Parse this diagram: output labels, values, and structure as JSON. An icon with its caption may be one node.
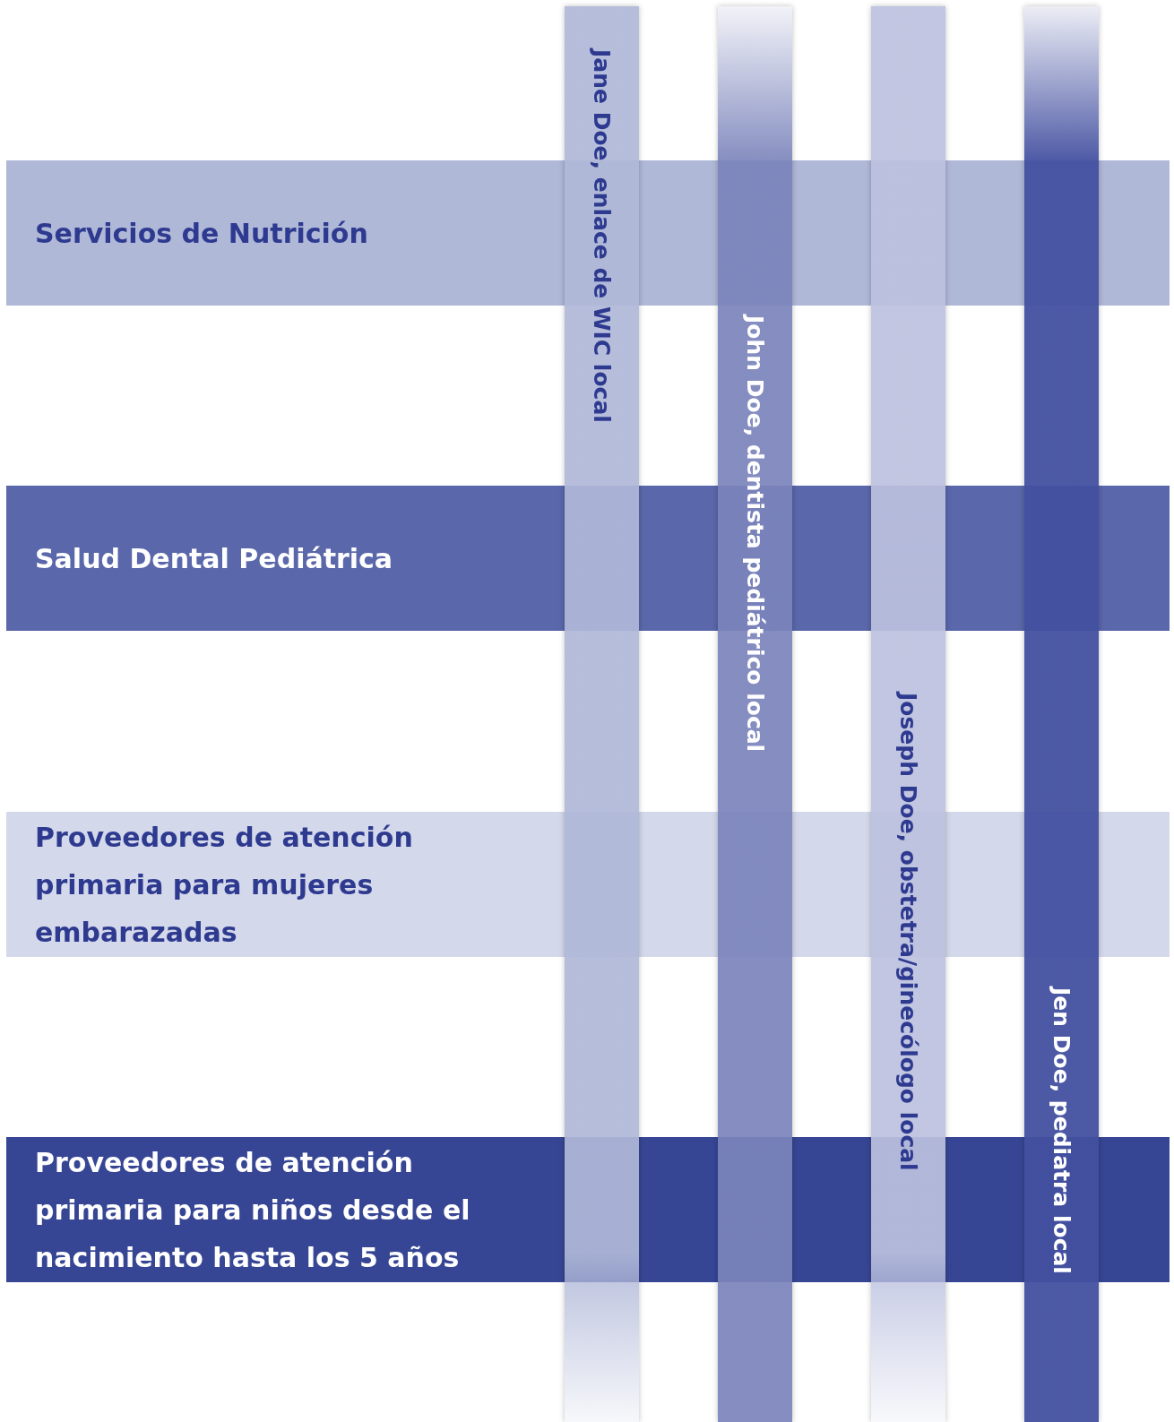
{
  "diagram": {
    "nodes": [
      {
        "text": [
          "Servicios de Nutrición"
        ]
      },
      {
        "text": [
          "Salud Dental Pediátrica"
        ]
      },
      {
        "text": [
          "Proveedores de atención primaria para mujeres embarazadas"
        ]
      },
      {
        "text": [
          "Proveedores de atención primaria para niños desde el nacimiento hasta los 5 años"
        ]
      },
      {
        "text": [
          "Jane Doe, enlace de WIC local"
        ]
      },
      {
        "text": [
          "John Doe, dentista pediátrico local"
        ]
      },
      {
        "text": [
          "Joseph Doe, obstetra/ginecólogo local"
        ]
      },
      {
        "text": [
          "Jen Doe, pediatra local"
        ]
      }
    ]
  }
}
